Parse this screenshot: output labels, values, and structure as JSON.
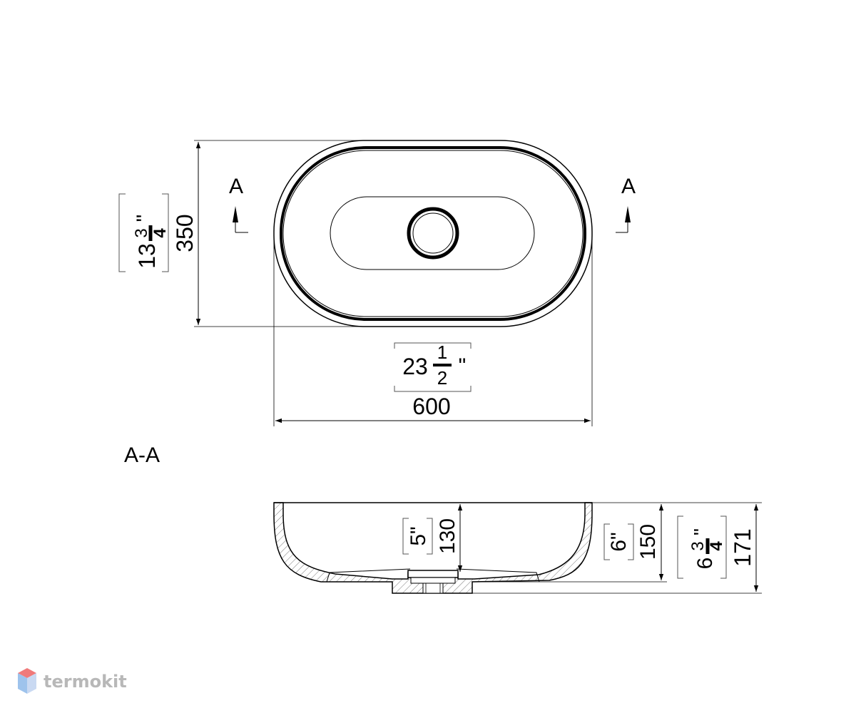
{
  "plan_view": {
    "section_mark_left": "A",
    "section_mark_right": "A",
    "depth": {
      "mm": "350",
      "in_whole": "13",
      "in_num": "3",
      "in_den": "4",
      "in_mark": "\""
    },
    "width": {
      "mm": "600",
      "in_whole": "23",
      "in_num": "1",
      "in_den": "2",
      "in_mark": "\""
    }
  },
  "section_view": {
    "title": "A-A",
    "inner_depth": {
      "mm": "130",
      "in": "5\""
    },
    "bowl_height": {
      "mm": "150",
      "in": "6\""
    },
    "total_height": {
      "mm": "171",
      "in_whole": "6",
      "in_num": "3",
      "in_den": "4",
      "in_mark": "\""
    }
  },
  "watermark": {
    "text": "termokit",
    "colors": {
      "top": "#f07a7a",
      "left": "#9ec3ec",
      "right": "#c9d9f2",
      "text": "#b8b8b8"
    }
  }
}
